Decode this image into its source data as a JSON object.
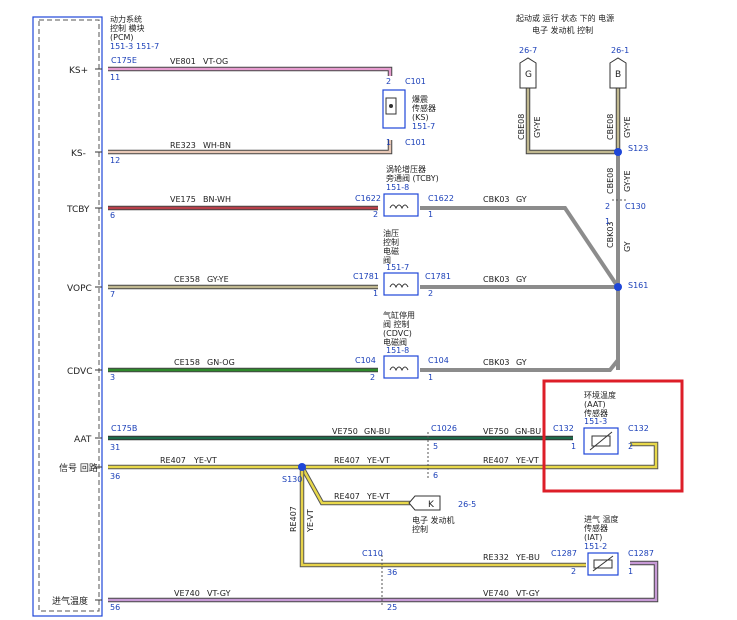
{
  "pcm": {
    "line1": "动力系统",
    "line2": "控制 模块",
    "line3": "(PCM)",
    "ref1": "151-3",
    "ref2": "151-7"
  },
  "signals": {
    "ks_pos": "KS+",
    "ks_neg": "KS-",
    "tcby": "TCBY",
    "vopc": "VOPC",
    "cdvc": "CDVC",
    "aat": "AAT",
    "sig_return": "信号 回路",
    "iat": "进气温度"
  },
  "pins": {
    "p11": "11",
    "p12": "12",
    "p6": "6",
    "p7": "7",
    "p3": "3",
    "p31": "31",
    "p36": "36",
    "p56": "56",
    "c101_2": "2",
    "c101_1": "1",
    "c1622_2": "2",
    "c1622_1": "1",
    "c1781_1": "1",
    "c1781_2": "2",
    "c104_2": "2",
    "c104_1": "1",
    "c1026_5": "5",
    "c1026_6": "6",
    "c132_1": "1",
    "c132_2": "2",
    "c110_36": "36",
    "c110_25": "25",
    "c1287_2": "2",
    "c1287_1": "1",
    "c130_2": "2",
    "c130_1": "1"
  },
  "connectors": {
    "c175e": "C175E",
    "c175b": "C175B",
    "c101": "C101",
    "c1622": "C1622",
    "c1781": "C1781",
    "c104": "C104",
    "c1026": "C1026",
    "c132": "C132",
    "c110": "C110",
    "c1287": "C1287",
    "s123": "S123",
    "c130": "C130",
    "s161": "S161",
    "s130": "S130"
  },
  "wires": {
    "ve801": "VE801",
    "ve801c": "VT-OG",
    "re323": "RE323",
    "re323c": "WH-BN",
    "ve175": "VE175",
    "ve175c": "BN-WH",
    "ce358": "CE358",
    "ce358c": "GY-YE",
    "ce158": "CE158",
    "ce158c": "GN-OG",
    "ve750": "VE750",
    "ve750c": "GN-BU",
    "re407": "RE407",
    "re407c": "YE-VT",
    "re332": "RE332",
    "re332c": "YE-BU",
    "ve740": "VE740",
    "ve740c": "VT-GY",
    "cbk03": "CBK03",
    "cbk03c": "GY",
    "cbe08": "CBE08",
    "cbe08c": "GY-YE",
    "cbk03v": "CBK03",
    "cbk03vc": "GY"
  },
  "components": {
    "ks": {
      "l1": "爆震",
      "l2": "传感器",
      "l3": "(KS)",
      "ref": "151-7"
    },
    "tcby": {
      "l1": "涡轮增压器",
      "l2": "旁通阀 (TCBY)",
      "ref": "151-8"
    },
    "vopc": {
      "l1": "油压",
      "l2": "控制",
      "l3": "电磁",
      "l4": "阀",
      "ref": "151-7"
    },
    "cdvc": {
      "l1": "气缸停用",
      "l2": "阀 控制",
      "l3": "(CDVC)",
      "l4": "电磁阀",
      "ref": "151-8"
    },
    "aat": {
      "l1": "环境温度",
      "l2": "(AAT)",
      "l3": "传感器",
      "ref": "151-3"
    },
    "iat": {
      "l1": "进气 温度",
      "l2": "传感器",
      "l3": "(IAT)",
      "ref": "151-2"
    },
    "ecm_k": {
      "letter": "K",
      "ref": "26-5",
      "l1": "电子 发动机",
      "l2": "控制"
    },
    "run_start": {
      "l1": "起动或 运行 状态 下的 电源",
      "l2": "电子 发动机 控制",
      "g_ref": "26-7",
      "b_ref": "26-1",
      "g": "G",
      "b": "B"
    }
  },
  "colors": {
    "violet_orange": "#e69ccf",
    "white_brown": "#e8c8b6",
    "brown_white": "#b8404a",
    "grey_yellow": "#c0b890",
    "green_orange": "#2f8a2c",
    "green_blue": "#1e6a4a",
    "yellow_violet": "#e8d84a",
    "yellow_blue": "#e6d24a",
    "violet_grey": "#c79ad6",
    "grey": "#8c8c8c",
    "splice": "#1e46d8",
    "highlight": "#dd1e28",
    "pin_blue": "#1a3fb8"
  }
}
